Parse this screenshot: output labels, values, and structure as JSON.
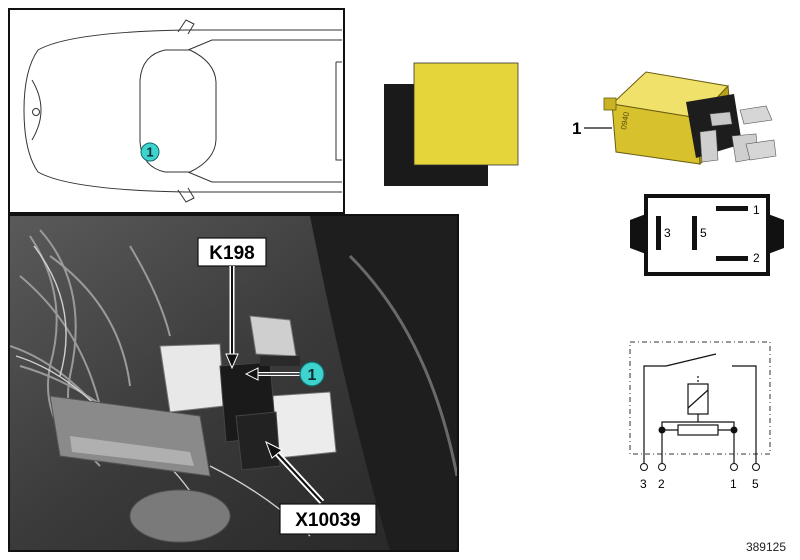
{
  "car_view": {
    "callout": "1"
  },
  "photo": {
    "component_label": "K198",
    "connector_label": "X10039",
    "callout": "1"
  },
  "relay_photo": {
    "part_number": "1"
  },
  "pin_layout": {
    "pins": [
      "1",
      "2",
      "3",
      "5"
    ]
  },
  "circuit": {
    "terminals": [
      "3",
      "2",
      "1",
      "5"
    ]
  },
  "colors": {
    "relay_yellow": "#e6d53a",
    "swatch_shadow": "#1a1a1a",
    "callout_teal": "#3fd3cf"
  },
  "figure_id": "389125"
}
